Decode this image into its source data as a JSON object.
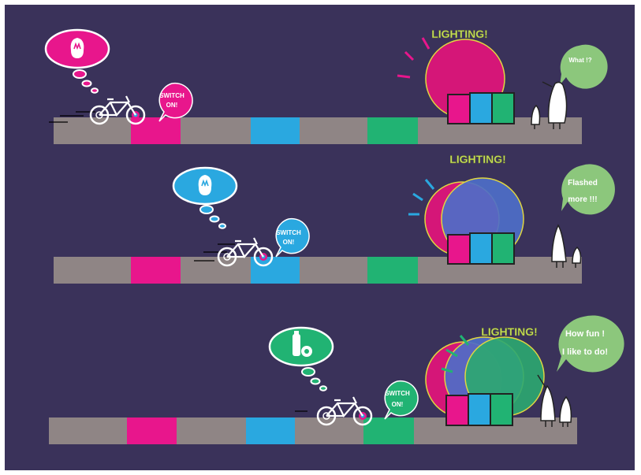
{
  "colors": {
    "background": "#3a325a",
    "road": "#8f8585",
    "pink": "#e8168c",
    "blue": "#2aa8e0",
    "green": "#21b373",
    "lighting_text": "#c8e05a",
    "speech_green": "#8cc77c",
    "halo_pink": "#d51678",
    "halo_blue": "#4e6ec8",
    "halo_green": "#2ca870",
    "halo_outline": "#e0d640"
  },
  "panels": [
    {
      "thought_color": "#e8168c",
      "thought_icon": "lightbulb-icon",
      "switch_label_line1": "SWITCH",
      "switch_label_line2": "ON!",
      "switch_color": "#e8168c",
      "lighting_label": "LIGHTING!",
      "speech_lines": [
        "What !?"
      ],
      "active_segment": "pink",
      "halos": [
        "pink"
      ]
    },
    {
      "thought_color": "#2aa8e0",
      "thought_icon": "lightbulb-icon",
      "switch_label_line1": "SWITCH",
      "switch_label_line2": "ON!",
      "switch_color": "#2aa8e0",
      "lighting_label": "LIGHTING!",
      "speech_lines": [
        "Flashed",
        "more !!!"
      ],
      "active_segment": "blue",
      "halos": [
        "pink",
        "blue"
      ]
    },
    {
      "thought_color": "#21b373",
      "thought_icon": "drink-bottle-icon",
      "switch_label_line1": "SWITCH",
      "switch_label_line2": "ON!",
      "switch_color": "#21b373",
      "lighting_label": "LIGHTING!",
      "speech_lines": [
        "How fun !",
        "I like to do!"
      ],
      "active_segment": "green",
      "halos": [
        "pink",
        "blue",
        "green"
      ]
    }
  ]
}
